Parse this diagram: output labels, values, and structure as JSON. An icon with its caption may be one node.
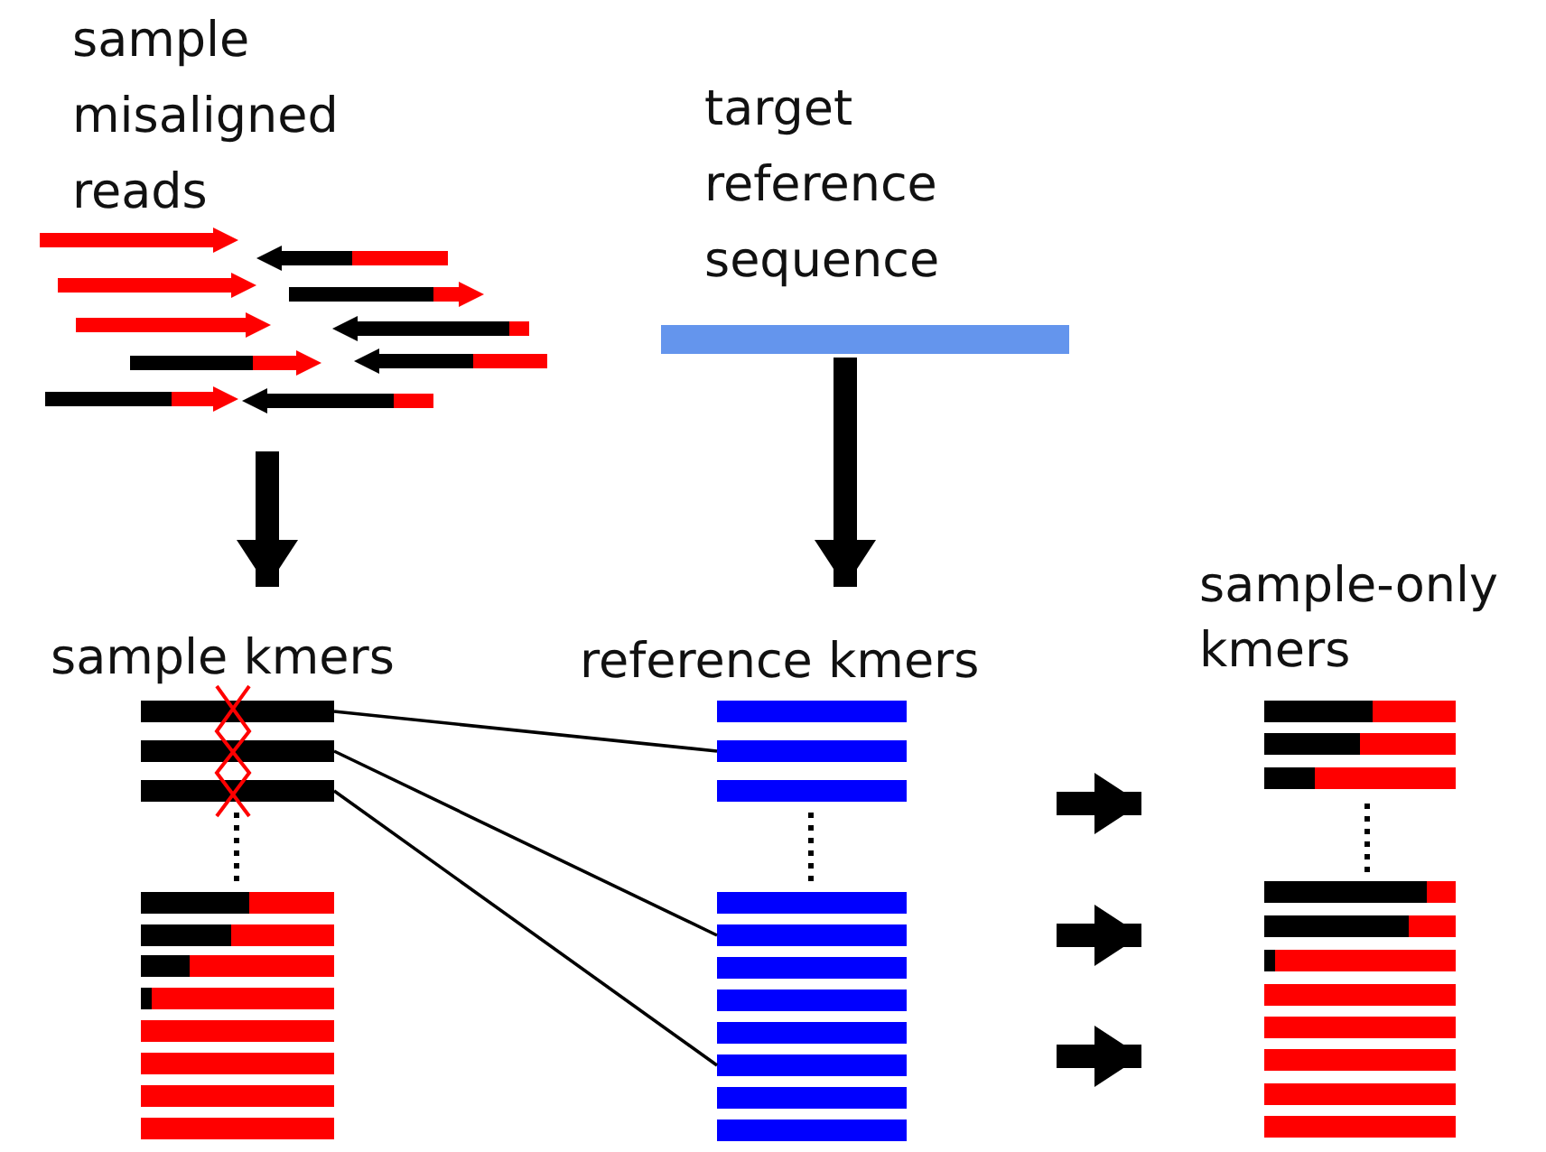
{
  "diagram": {
    "nodes": [
      {
        "text": [
          "sample misaligned reads"
        ]
      },
      {
        "text": [
          "target reference sequence"
        ]
      },
      {
        "text": [
          "sample kmers"
        ]
      },
      {
        "text": [
          "reference kmers"
        ]
      },
      {
        "text": [
          "sample-only kmers"
        ]
      },
      {
        "text": [],
        "shape": "bar",
        "in": 2
      },
      {
        "text": [],
        "shape": "bar",
        "in": 2
      },
      {
        "text": [],
        "shape": "bar",
        "in": 2
      },
      {
        "text": [],
        "shape": "bar",
        "in": 3
      },
      {
        "text": [],
        "shape": "bar",
        "in": 3
      },
      {
        "text": [],
        "shape": "bar",
        "in": 3
      }
    ],
    "edges": [
      {
        "from": 0,
        "to": 2,
        "arrow": "to"
      },
      {
        "from": 1,
        "to": 3,
        "arrow": "to"
      },
      {
        "from": null,
        "to": 4,
        "arrow": "to"
      },
      {
        "from": null,
        "to": 4,
        "arrow": "to"
      },
      {
        "from": null,
        "to": 4,
        "arrow": "to"
      },
      {
        "from": 5,
        "to": 8,
        "arrow": "none"
      },
      {
        "from": 6,
        "to": 9,
        "arrow": "none"
      },
      {
        "from": 7,
        "to": 10,
        "arrow": "none"
      }
    ]
  }
}
